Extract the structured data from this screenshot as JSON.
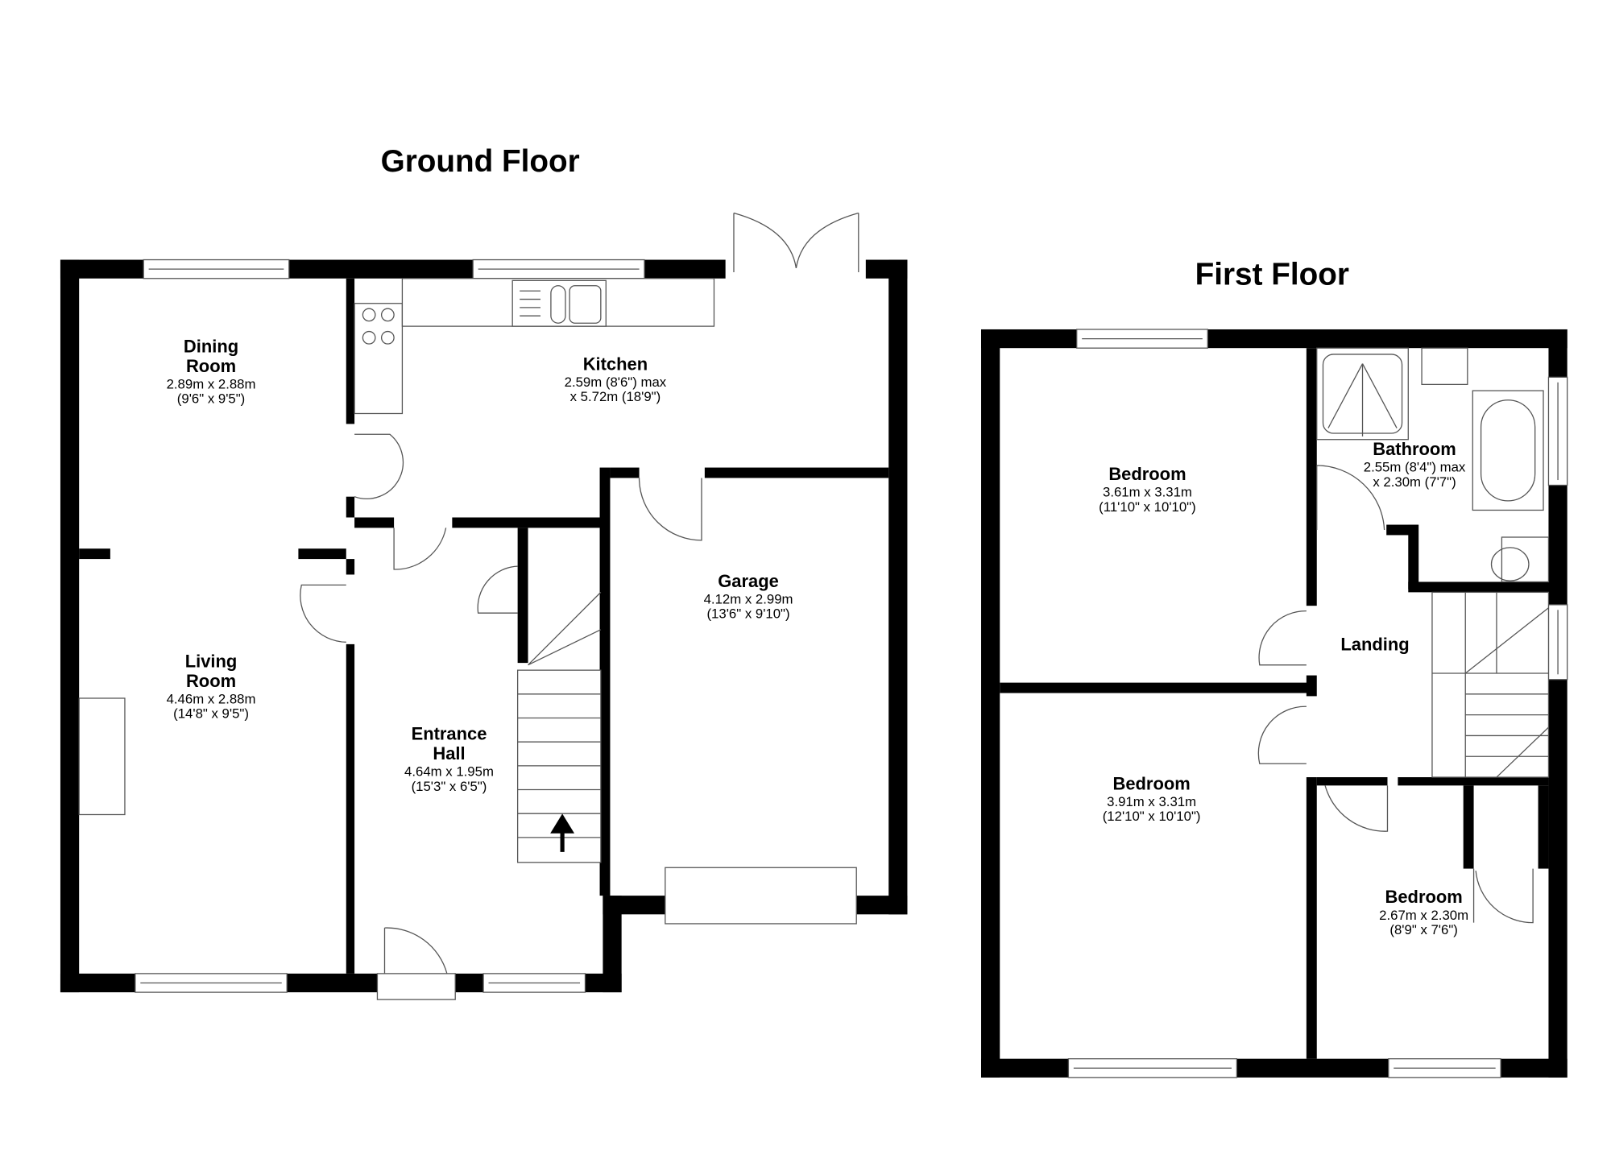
{
  "ground_floor": {
    "title": "Ground Floor",
    "rooms": [
      {
        "name_line1": "Dining",
        "name_line2": "Room",
        "dim_metric": "2.89m x 2.88m",
        "dim_imperial": "(9'6\" x 9'5\")"
      },
      {
        "name_line1": "Kitchen",
        "dim_metric": "2.59m (8'6\") max",
        "dim_imperial": "x 5.72m (18'9\")"
      },
      {
        "name_line1": "Garage",
        "dim_metric": "4.12m x 2.99m",
        "dim_imperial": "(13'6\" x 9'10\")"
      },
      {
        "name_line1": "Living",
        "name_line2": "Room",
        "dim_metric": "4.46m x 2.88m",
        "dim_imperial": "(14'8\" x 9'5\")"
      },
      {
        "name_line1": "Entrance",
        "name_line2": "Hall",
        "dim_metric": "4.64m x 1.95m",
        "dim_imperial": "(15'3\" x 6'5\")"
      }
    ]
  },
  "first_floor": {
    "title": "First Floor",
    "rooms": [
      {
        "name_line1": "Bedroom",
        "dim_metric": "3.61m x 3.31m",
        "dim_imperial": "(11'10\" x 10'10\")"
      },
      {
        "name_line1": "Bathroom",
        "dim_metric": "2.55m (8'4\") max",
        "dim_imperial": "x 2.30m (7'7\")"
      },
      {
        "name_line1": "Landing"
      },
      {
        "name_line1": "Bedroom",
        "dim_metric": "3.91m x 3.31m",
        "dim_imperial": "(12'10\" x 10'10\")"
      },
      {
        "name_line1": "Bedroom",
        "dim_metric": "2.67m x 2.30m",
        "dim_imperial": "(8'9\" x 7'6\")"
      }
    ]
  },
  "colors": {
    "wall": "#000000",
    "line": "#555555",
    "background": "#ffffff"
  }
}
